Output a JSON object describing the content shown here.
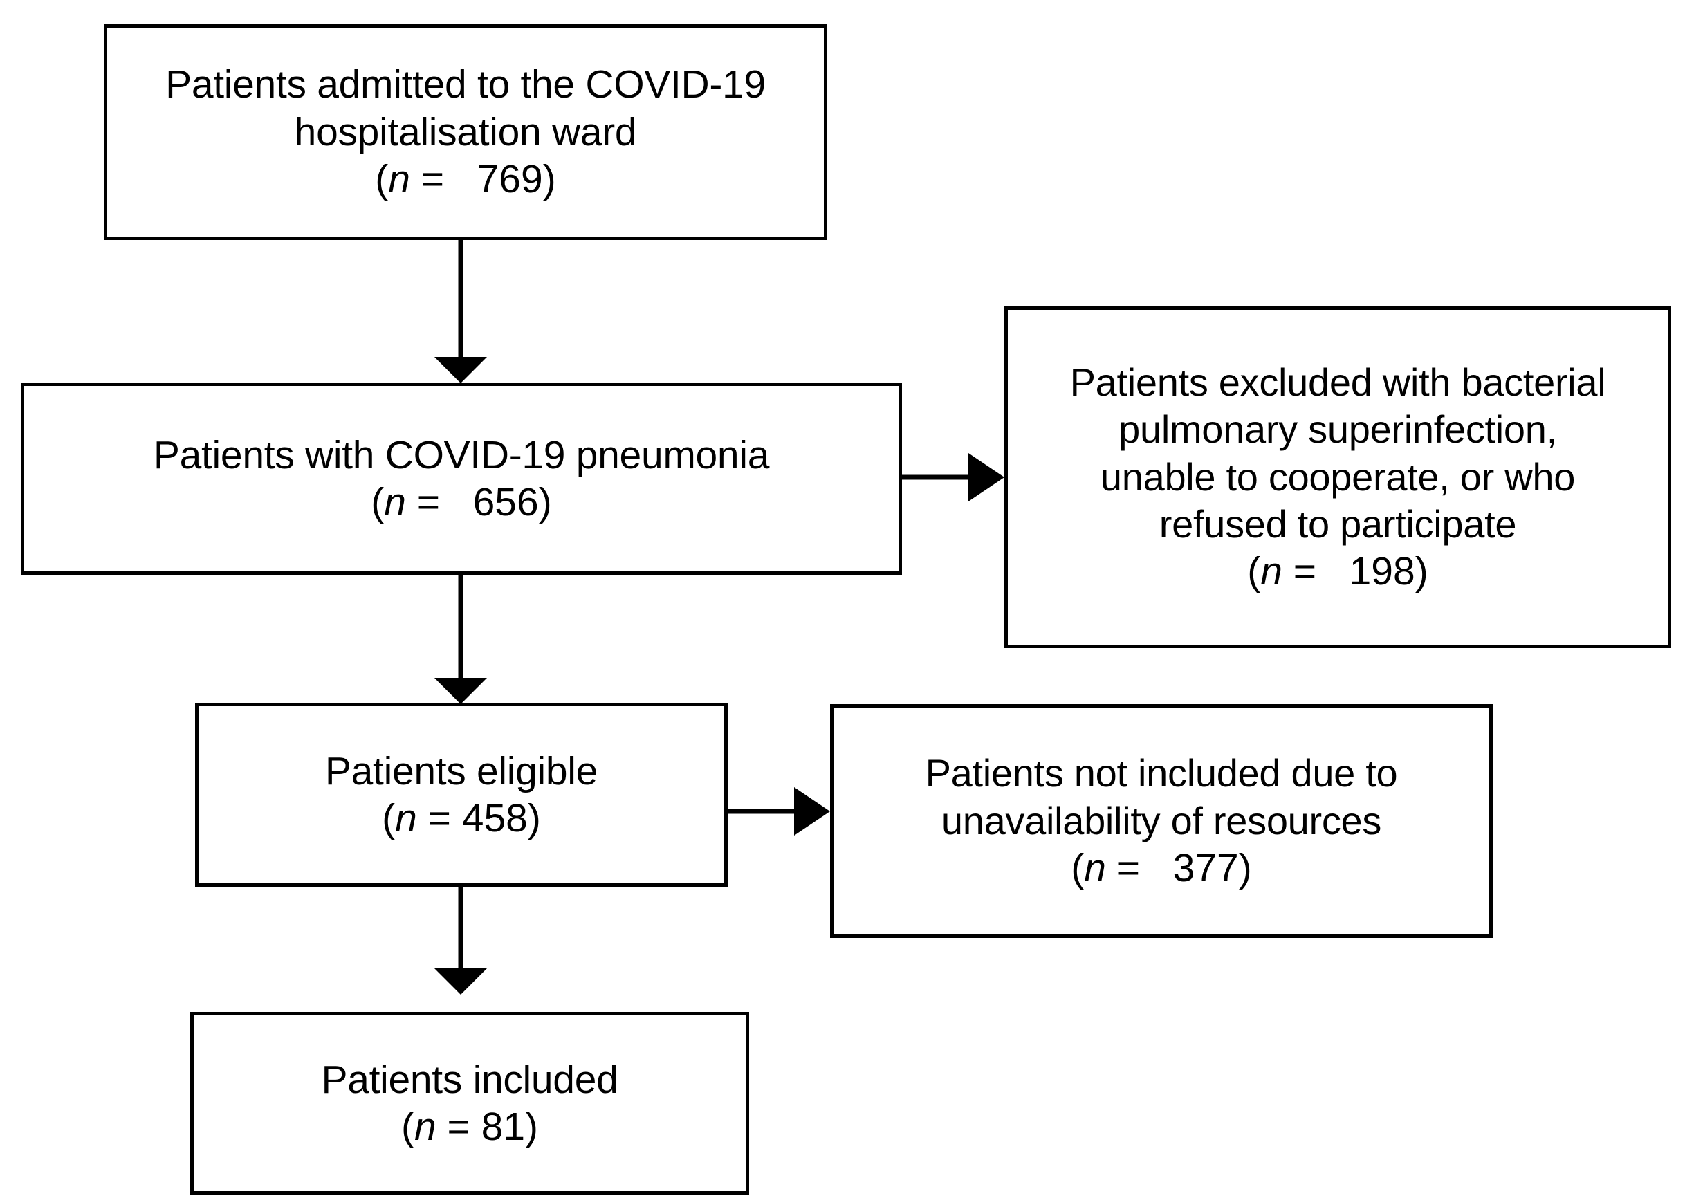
{
  "figure": {
    "type": "flowchart",
    "orientation": "vertical-with-side-exclusions",
    "background_color": "#ffffff",
    "line_color": "#000000",
    "text_color": "#000000"
  },
  "nodes": {
    "admitted": {
      "label": "Patients admitted to the COVID-19\nhospitalisation ward",
      "n_prefix": "(",
      "n_symbol": "n",
      "n_equals": " =   ",
      "n_value": "769",
      "n_suffix": ")",
      "n_line": "(n =   769)"
    },
    "pneumonia": {
      "label": "Patients with COVID-19 pneumonia",
      "n_prefix": "(",
      "n_symbol": "n",
      "n_equals": " =   ",
      "n_value": "656",
      "n_suffix": ")",
      "n_line": "(n =   656)"
    },
    "excluded": {
      "label": "Patients excluded with bacterial\npulmonary superinfection,\nunable to cooperate, or who\nrefused to participate",
      "n_prefix": "(",
      "n_symbol": "n",
      "n_equals": " =   ",
      "n_value": "198",
      "n_suffix": ")",
      "n_line": "(n =   198)"
    },
    "eligible": {
      "label": "Patients eligible",
      "n_prefix": "(",
      "n_symbol": "n",
      "n_equals": " = ",
      "n_value": "458",
      "n_suffix": ")",
      "n_line": "(n = 458)"
    },
    "not_included": {
      "label": "Patients not included due to\nunavailability of resources",
      "n_prefix": "(",
      "n_symbol": "n",
      "n_equals": " =   ",
      "n_value": "377",
      "n_suffix": ")",
      "n_line": "(n =   377)"
    },
    "included": {
      "label": "Patients included",
      "n_prefix": "(",
      "n_symbol": "n",
      "n_equals": " = ",
      "n_value": "81",
      "n_suffix": ")",
      "n_line": "(n = 81)"
    }
  },
  "edges": [
    {
      "name": "admitted-to-pneumonia",
      "from": "admitted",
      "to": "pneumonia",
      "direction": "down",
      "label": ""
    },
    {
      "name": "pneumonia-to-excluded",
      "from": "pneumonia",
      "to": "excluded",
      "direction": "right",
      "label": ""
    },
    {
      "name": "pneumonia-to-eligible",
      "from": "pneumonia",
      "to": "eligible",
      "direction": "down",
      "label": ""
    },
    {
      "name": "eligible-to-notincluded",
      "from": "eligible",
      "to": "not_included",
      "direction": "right",
      "label": ""
    },
    {
      "name": "eligible-to-included",
      "from": "eligible",
      "to": "included",
      "direction": "down",
      "label": ""
    }
  ]
}
